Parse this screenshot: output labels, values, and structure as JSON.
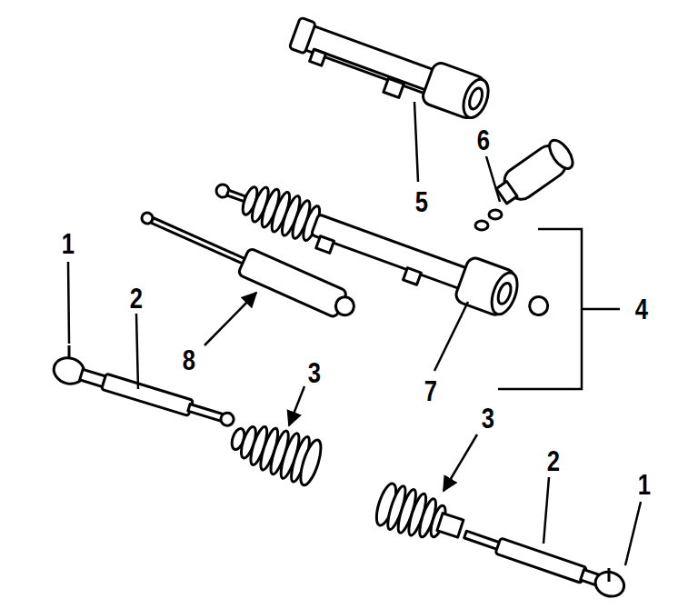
{
  "diagram": {
    "labels": [
      "6",
      "5",
      "1",
      "2",
      "8",
      "4",
      "3",
      "7",
      "3",
      "2",
      "1"
    ]
  }
}
